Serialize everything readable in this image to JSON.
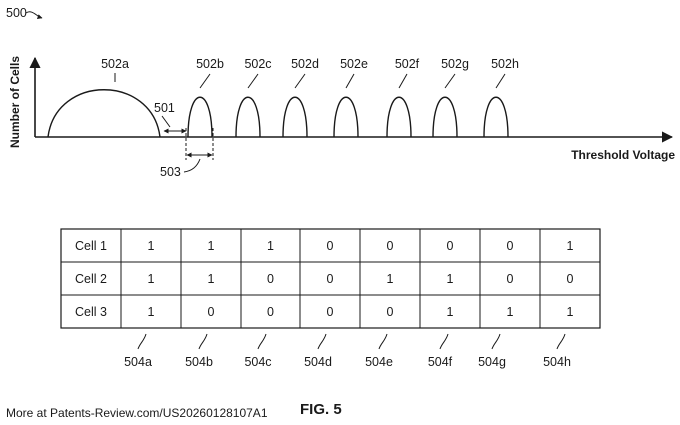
{
  "figure": {
    "number": "500",
    "caption": "FIG. 5",
    "footer": "More at Patents-Review.com/US20260128107A1"
  },
  "graph": {
    "ylabel": "Number of Cells",
    "xlabel": "Threshold Voltage",
    "states": [
      "502a",
      "502b",
      "502c",
      "502d",
      "502e",
      "502f",
      "502g",
      "502h"
    ],
    "gap_label": "501",
    "width_label": "503"
  },
  "table": {
    "rows": [
      {
        "label": "Cell 1",
        "values": [
          "1",
          "1",
          "1",
          "0",
          "0",
          "0",
          "0",
          "1"
        ]
      },
      {
        "label": "Cell 2",
        "values": [
          "1",
          "1",
          "0",
          "0",
          "1",
          "1",
          "0",
          "0"
        ]
      },
      {
        "label": "Cell 3",
        "values": [
          "1",
          "0",
          "0",
          "0",
          "0",
          "1",
          "1",
          "1"
        ]
      }
    ],
    "column_refs": [
      "504a",
      "504b",
      "504c",
      "504d",
      "504e",
      "504f",
      "504g",
      "504h"
    ]
  }
}
